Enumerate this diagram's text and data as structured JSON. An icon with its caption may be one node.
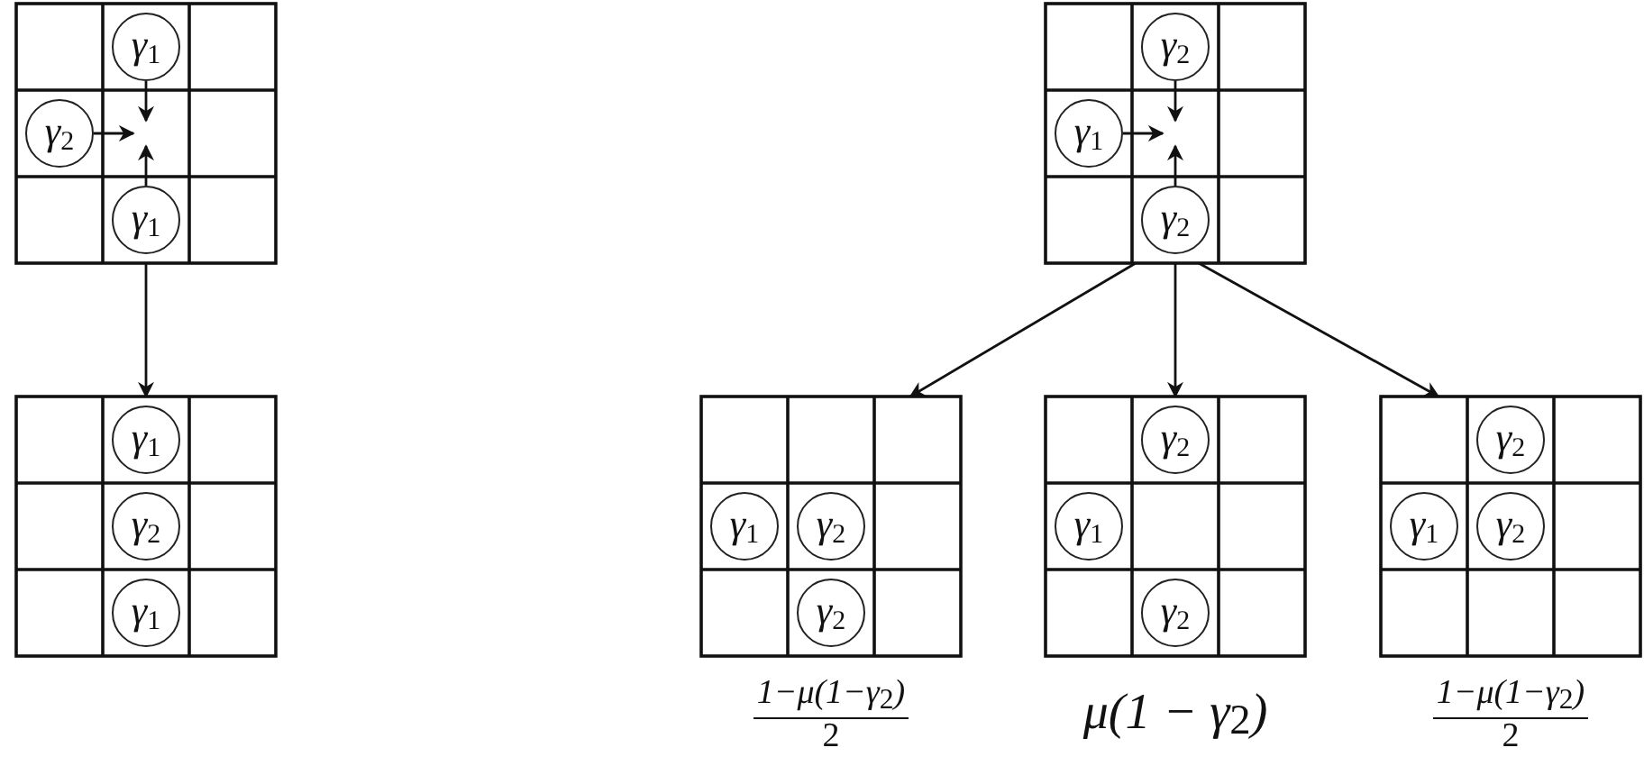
{
  "diagram": {
    "nodes": [
      {
        "text": [],
        "shape": "grid"
      },
      {
        "text": [
          "γ$_{1}$"
        ],
        "in": 0
      },
      {
        "text": [
          "γ$_{2}$"
        ],
        "in": 0
      },
      {
        "text": [
          "γ$_{1}$"
        ],
        "in": 0
      },
      {
        "text": [],
        "shape": "grid"
      },
      {
        "text": [
          "γ$_{2}$"
        ],
        "in": 4
      },
      {
        "text": [
          "γ$_{1}$"
        ],
        "in": 4
      },
      {
        "text": [
          "γ$_{2}$"
        ],
        "in": 4
      },
      {
        "text": [],
        "shape": "grid"
      },
      {
        "text": [
          "γ$_{1}$"
        ],
        "in": 8
      },
      {
        "text": [
          "γ$_{2}$"
        ],
        "in": 8
      },
      {
        "text": [
          "γ$_{1}$"
        ],
        "in": 8
      },
      {
        "text": [],
        "shape": "grid",
        "beside": [
          "1−μ(1−γ$_{2}$)",
          "2"
        ]
      },
      {
        "text": [
          "γ$_{1}$"
        ],
        "in": 12
      },
      {
        "text": [
          "γ$_{2}$"
        ],
        "in": 12
      },
      {
        "text": [
          "γ$_{2}$"
        ],
        "in": 12
      },
      {
        "text": [],
        "shape": "grid",
        "beside": [
          "μ(1 − γ$_{2}$)"
        ]
      },
      {
        "text": [
          "γ$_{2}$"
        ],
        "in": 16
      },
      {
        "text": [
          "γ$_{1}$"
        ],
        "in": 16
      },
      {
        "text": [
          "γ$_{2}$"
        ],
        "in": 16
      },
      {
        "text": [],
        "shape": "grid",
        "beside": [
          "1−μ(1−γ$_{2}$)",
          "2"
        ]
      },
      {
        "text": [
          "γ$_{2}$"
        ],
        "in": 20
      },
      {
        "text": [
          "γ$_{1}$"
        ],
        "in": 20
      },
      {
        "text": [
          "γ$_{2}$"
        ],
        "in": 20
      }
    ],
    "edges": [
      {
        "from": 1,
        "to": null,
        "arrow": "to"
      },
      {
        "from": 2,
        "to": null,
        "arrow": "to"
      },
      {
        "from": 3,
        "to": null,
        "arrow": "to"
      },
      {
        "from": 5,
        "to": null,
        "arrow": "to"
      },
      {
        "from": 6,
        "to": null,
        "arrow": "to"
      },
      {
        "from": 7,
        "to": null,
        "arrow": "to"
      },
      {
        "from": 0,
        "to": 8,
        "arrow": "to"
      },
      {
        "from": 4,
        "to": 12,
        "arrow": "to"
      },
      {
        "from": 4,
        "to": 16,
        "arrow": "to"
      },
      {
        "from": 4,
        "to": 20,
        "arrow": "to"
      }
    ]
  }
}
